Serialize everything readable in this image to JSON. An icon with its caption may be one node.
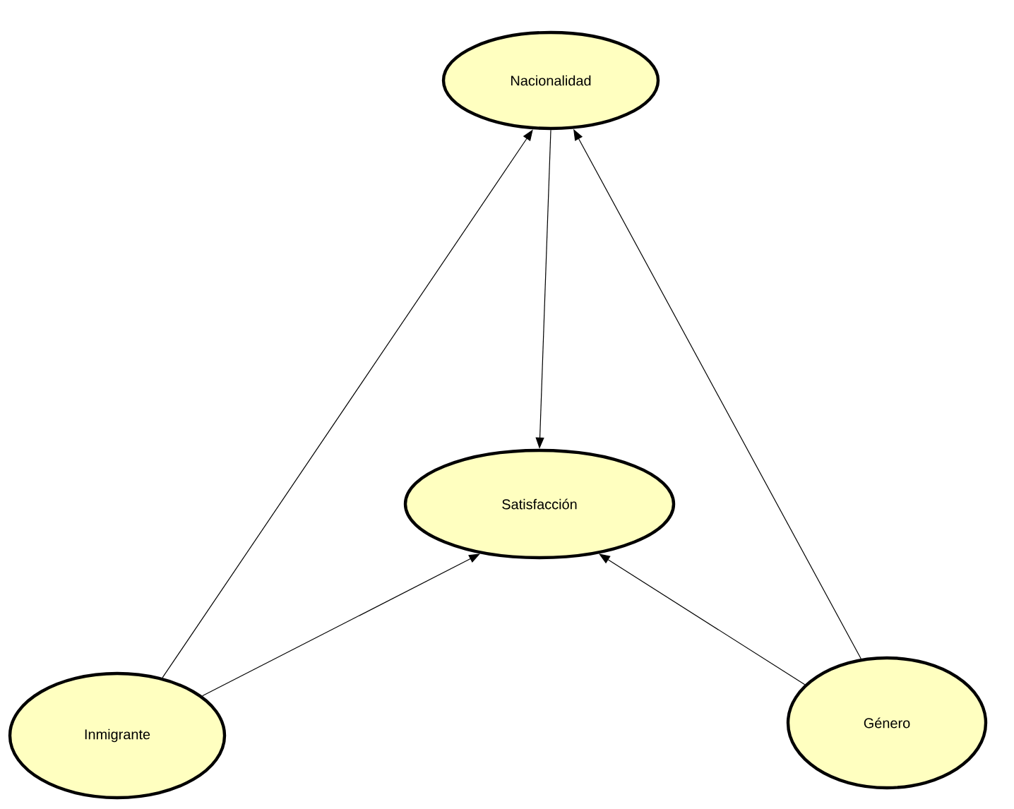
{
  "diagram": {
    "nodes": [
      {
        "text": [
          "Nacionalidad"
        ]
      },
      {
        "text": [
          "Satisfacción"
        ]
      },
      {
        "text": [
          "Inmigrante"
        ]
      },
      {
        "text": [
          "Género"
        ]
      }
    ],
    "edges": [
      {
        "from": 0,
        "to": 1,
        "arrow": "to"
      },
      {
        "from": 2,
        "to": 0,
        "arrow": "to"
      },
      {
        "from": 2,
        "to": 1,
        "arrow": "to"
      },
      {
        "from": 3,
        "to": 0,
        "arrow": "to"
      },
      {
        "from": 3,
        "to": 1,
        "arrow": "to"
      }
    ]
  }
}
